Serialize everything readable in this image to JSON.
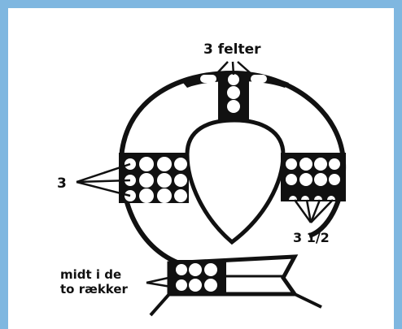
{
  "labels": {
    "top": "3 felter",
    "left": "3",
    "right": "3 1/2",
    "bottom_line1": "midt i de",
    "bottom_line2": "to rækker"
  },
  "colors": {
    "ink": "#111111",
    "paper": "#ffffff",
    "border": "#7fb7e0"
  }
}
